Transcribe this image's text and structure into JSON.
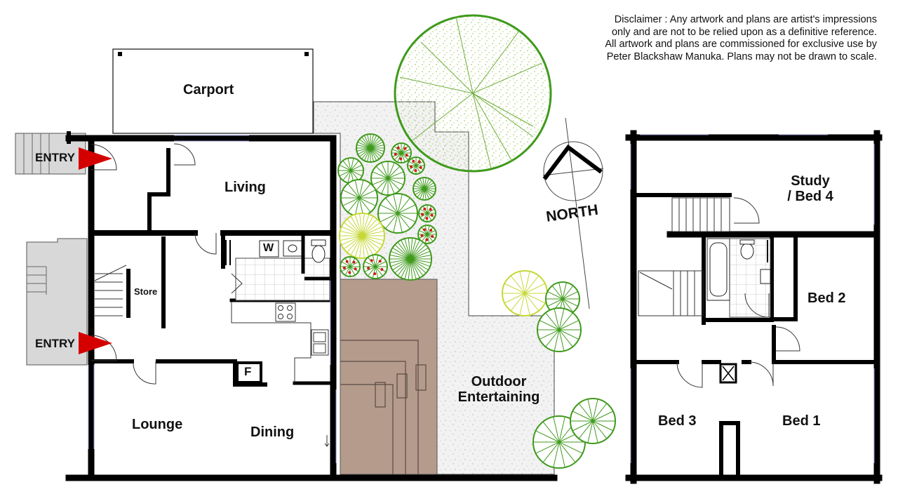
{
  "disclaimer": {
    "line1": "Disclaimer : Any artwork and plans are artist's impressions",
    "line2": "only and are not to be relied upon as a definitive reference.",
    "line3": "All artwork and plans are commissioned for exclusive use by",
    "line4": "Peter Blackshaw Manuka. Plans may not be drawn to scale."
  },
  "compass": {
    "label": "NORTH"
  },
  "ground_floor": {
    "carport": "Carport",
    "living": "Living",
    "store": "Store",
    "entry_top": "ENTRY",
    "entry_bottom": "ENTRY",
    "lounge": "Lounge",
    "dining": "Dining",
    "laundry_mark": "W",
    "fridge_mark": "F",
    "outdoor_line1": "Outdoor",
    "outdoor_line2": "Entertaining"
  },
  "upper_floor": {
    "study_line1": "Study",
    "study_line2": "/ Bed 4",
    "bed2": "Bed 2",
    "bed3": "Bed 3",
    "bed1": "Bed 1"
  },
  "colors": {
    "wall": "#000000",
    "deck": "#b59b8c",
    "paving": "#eeeeee",
    "tree_green": "#3f9a1c",
    "tree_yellow": "#c6d838",
    "flower_red": "#d11a1a",
    "entry_arrow": "#d40000",
    "stair_fill": "#d8d8d8",
    "window": "#8c8cc8"
  }
}
